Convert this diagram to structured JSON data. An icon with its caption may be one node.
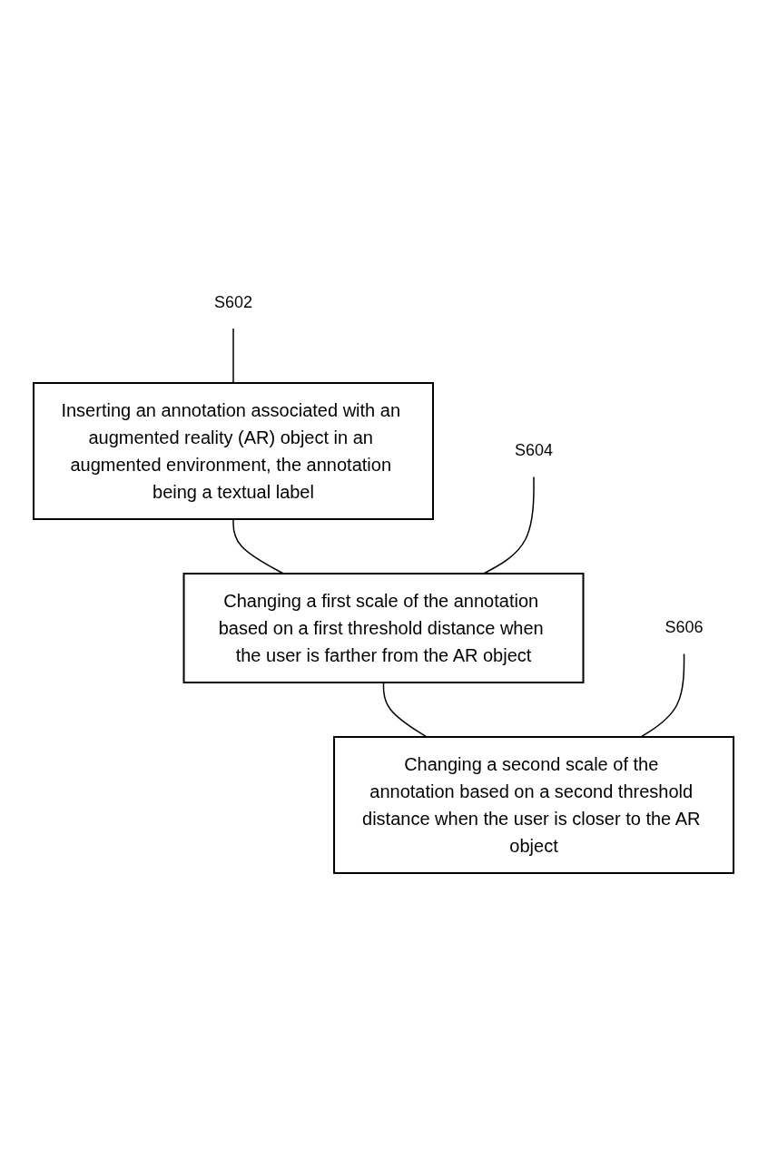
{
  "diagram": {
    "nodes": [
      {
        "text": [
          "Inserting an annotation associated with an augmented reality (AR) object in an augmented environment, the annotation being a textual label"
        ]
      },
      {
        "text": [
          "S602"
        ]
      },
      {
        "text": [
          "Changing a first scale of the annotation based on a first threshold distance when the user is farther from the AR object"
        ]
      },
      {
        "text": [
          "S604"
        ]
      },
      {
        "text": [
          "Changing a second scale of the annotation based on a second threshold distance when the user is closer to the AR object"
        ]
      },
      {
        "text": [
          "S606"
        ]
      }
    ],
    "edges": [
      {
        "from": 0,
        "to": 2,
        "arrow": "none"
      },
      {
        "from": 2,
        "to": 4,
        "arrow": "none"
      },
      {
        "from": 1,
        "to": 0,
        "arrow": "none"
      },
      {
        "from": 3,
        "to": 2,
        "arrow": "none"
      },
      {
        "from": 5,
        "to": 4,
        "arrow": "none"
      }
    ]
  }
}
